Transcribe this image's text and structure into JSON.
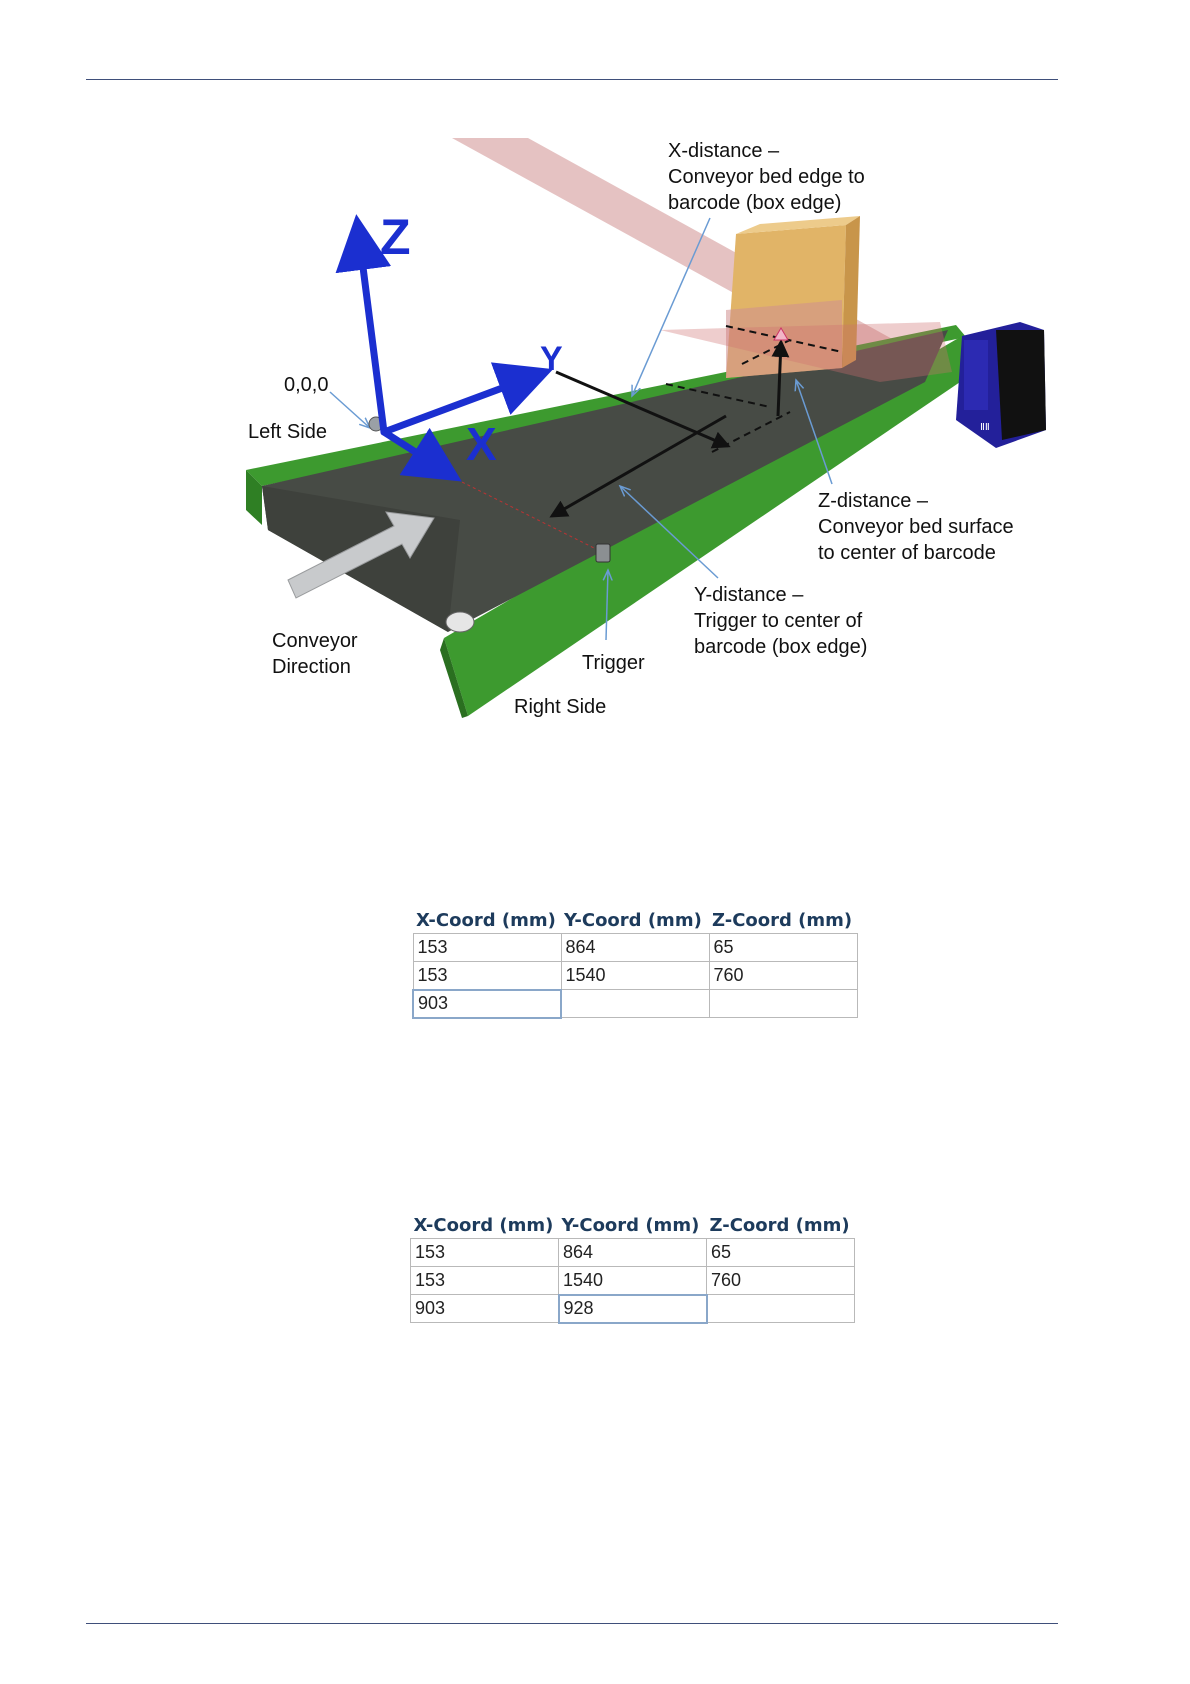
{
  "diagram": {
    "axis_labels": {
      "x": "X",
      "y": "Y",
      "z": "Z"
    },
    "origin_label": "0,0,0",
    "left_side_label": "Left Side",
    "right_side_label": "Right Side",
    "trigger_label": "Trigger",
    "conveyor_direction_label": "Conveyor\nDirection",
    "x_distance_label": "X-distance –\nConveyor bed edge to\nbarcode (box edge)",
    "z_distance_label": "Z-distance –\nConveyor bed surface\nto center of barcode",
    "y_distance_label": "Y-distance –\nTrigger to center of\nbarcode (box edge)",
    "colors": {
      "belt_frame": "#3d9a2f",
      "belt_surface": "#474b45",
      "axis_blue": "#1b2fd0",
      "box": "#e1b467",
      "scan_beam": "#cf8f8f",
      "scanner": "#23209a"
    }
  },
  "table1": {
    "headers": [
      "X-Coord (mm)",
      "Y-Coord (mm)",
      "Z-Coord (mm)"
    ],
    "rows": [
      [
        "153",
        "864",
        "65"
      ],
      [
        "153",
        "1540",
        "760"
      ],
      [
        "903",
        "",
        ""
      ]
    ]
  },
  "table2": {
    "headers": [
      "X-Coord (mm)",
      "Y-Coord (mm)",
      "Z-Coord (mm)"
    ],
    "rows": [
      [
        "153",
        "864",
        "65"
      ],
      [
        "153",
        "1540",
        "760"
      ],
      [
        "903",
        "928",
        ""
      ]
    ]
  }
}
